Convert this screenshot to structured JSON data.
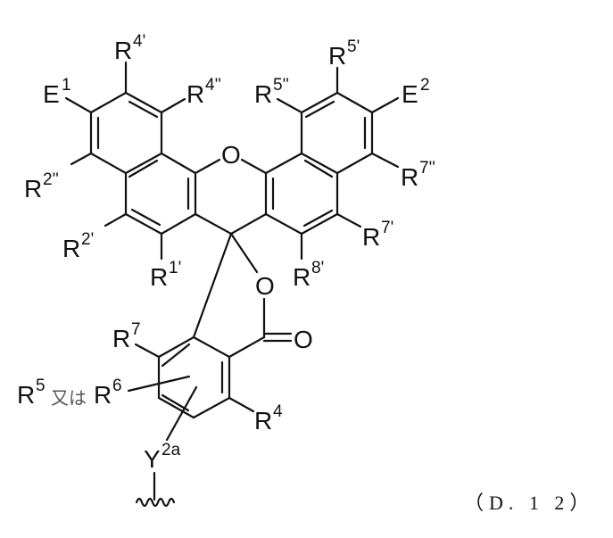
{
  "figure": {
    "caption": "（D. 1 2）",
    "ring_oxygen": "O",
    "ester_oxygen": "O",
    "carbonyl_oxygen": "O",
    "labels": {
      "R4p": {
        "main": "R",
        "sup": "4'"
      },
      "R4pp": {
        "main": "R",
        "sup": "4''"
      },
      "E1": {
        "main": "E",
        "sup": "1"
      },
      "R2pp": {
        "main": "R",
        "sup": "2''"
      },
      "R2p": {
        "main": "R",
        "sup": "2'"
      },
      "R1p": {
        "main": "R",
        "sup": "1'"
      },
      "R5p": {
        "main": "R",
        "sup": "5'"
      },
      "R5pp": {
        "main": "R",
        "sup": "5''"
      },
      "E2": {
        "main": "E",
        "sup": "2"
      },
      "R7pp": {
        "main": "R",
        "sup": "7''"
      },
      "R7p": {
        "main": "R",
        "sup": "7'"
      },
      "R8p": {
        "main": "R",
        "sup": "8'"
      },
      "R7": {
        "main": "R",
        "sup": "7"
      },
      "R4": {
        "main": "R",
        "sup": "4"
      },
      "R5": {
        "main": "R",
        "sup": "5"
      },
      "or_text": "又は",
      "R6": {
        "main": "R",
        "sup": "6"
      },
      "Y2a": {
        "main": "Y",
        "sup": "2a"
      }
    }
  }
}
